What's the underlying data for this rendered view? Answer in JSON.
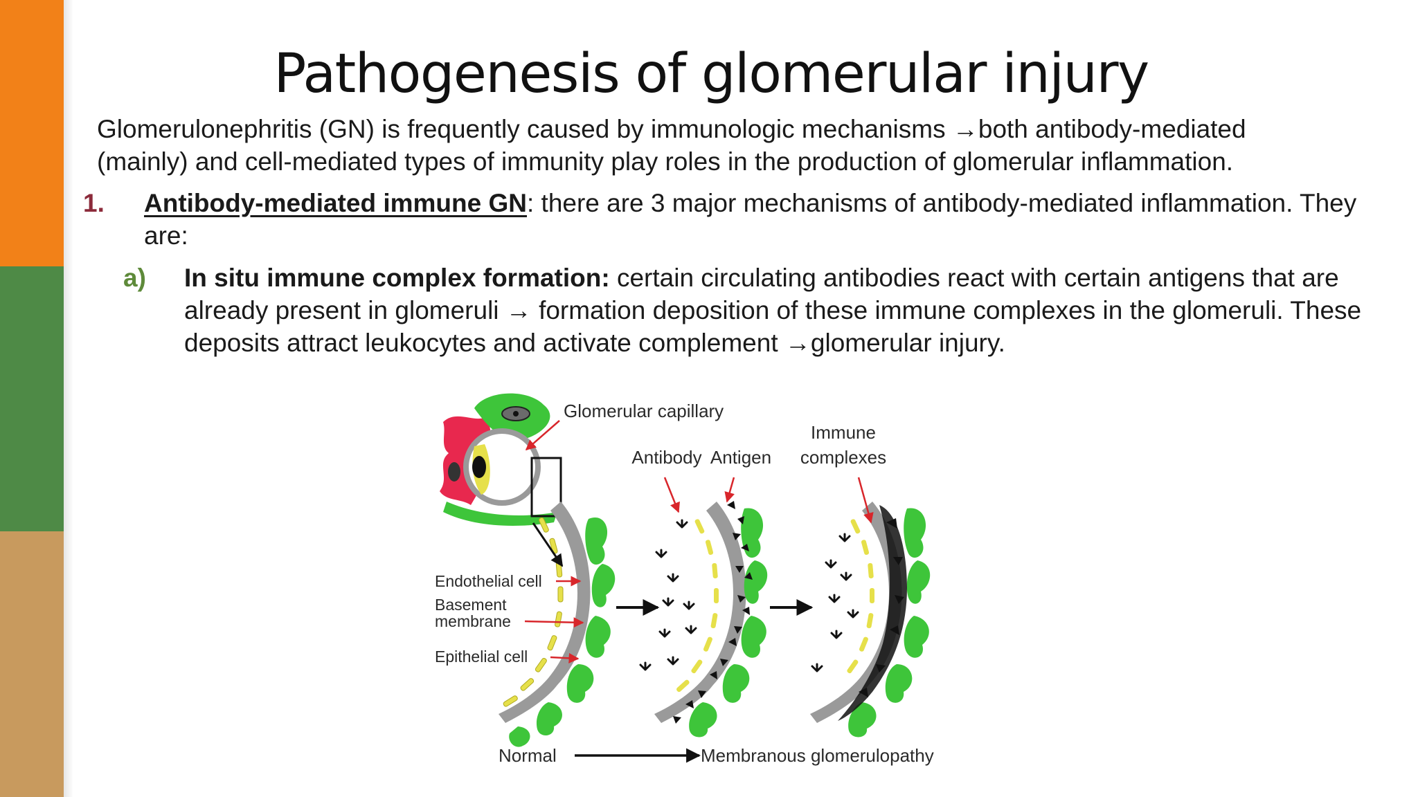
{
  "slide": {
    "title": "Pathogenesis of glomerular injury",
    "intro": {
      "line1": "Glomerulonephritis (GN) is frequently caused by immunologic mechanisms →both antibody-mediated",
      "line2": "(mainly) and cell-mediated types of immunity play roles in the production of glomerular inflammation."
    },
    "item1": {
      "number": "1.",
      "heading": "Antibody-mediated immune GN",
      "text": ": there are 3 major mechanisms of antibody-mediated inflammation. They are:"
    },
    "item_a": {
      "number": "a)",
      "heading": "In situ immune complex formation:",
      "text": " certain circulating antibodies react with certain antigens that are already present in glomeruli → formation deposition of these immune complexes in the glomeruli. These deposits attract leukocytes and activate complement →glomerular injury."
    }
  },
  "figure": {
    "label_capillary": "Glomerular capillary",
    "label_antibody": "Antibody",
    "label_antigen": "Antigen",
    "label_immune_1": "Immune",
    "label_immune_2": "complexes",
    "label_endothelial": "Endothelial cell",
    "label_basement_1": "Basement",
    "label_basement_2": "membrane",
    "label_epithelial": "Epithelial cell",
    "label_normal": "Normal",
    "label_membranous": "Membranous glomerulopathy"
  },
  "colors": {
    "sidebar_orange": "#f28118",
    "sidebar_green": "#4e8a46",
    "sidebar_tan": "#c89a5e",
    "cell_green": "#3ec53a",
    "membrane_gray": "#9a9a9a",
    "endothelial_yellow": "#e6e04a",
    "arrow_red": "#d8262b",
    "cell_red": "#e8284e"
  }
}
